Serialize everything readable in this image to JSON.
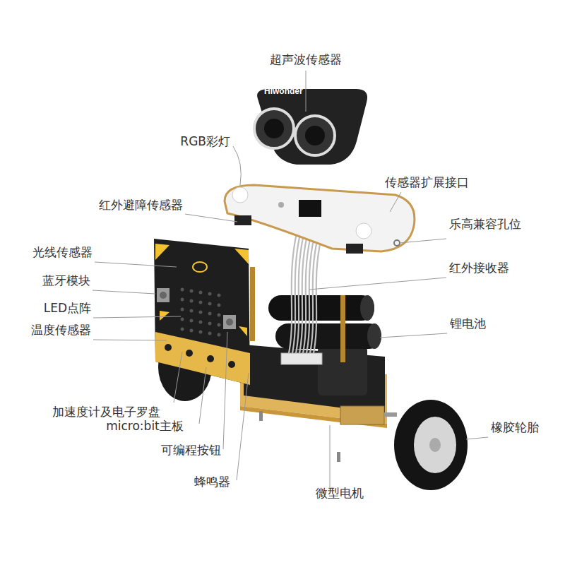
{
  "diagram": {
    "labels": [
      "超声波传感器",
      "Hiwonder",
      "RGB彩灯",
      "传感器扩展接口",
      "红外避障传感器",
      "乐高兼容孔位",
      "光线传感器",
      "红外接收器",
      "蓝牙模块",
      "LED点阵",
      "锂电池",
      "温度传感器",
      "加速度计及电子罗盘",
      "橡胶轮胎",
      "micro:bit主板",
      "可编程按钮",
      "蜂鸣器",
      "微型电机"
    ]
  }
}
